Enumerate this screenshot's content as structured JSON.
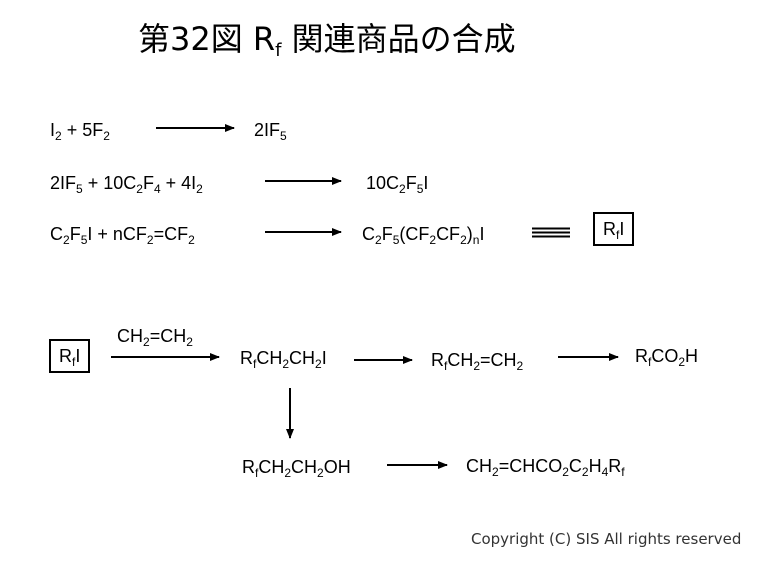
{
  "title": {
    "main_before": "第32図 R",
    "main_sub": "f",
    "main_after": " 関連商品の合成"
  },
  "reactions": [
    {
      "lhs": "I<sub>2</sub> + 5F<sub>2</sub>",
      "rhs": "2IF<sub>5</sub>"
    },
    {
      "lhs": "2IF<sub>5</sub> + 10C<sub>2</sub>F<sub>4</sub> + 4I<sub>2</sub>",
      "rhs": "10C<sub>2</sub>F<sub>5</sub>I"
    },
    {
      "lhs": "C<sub>2</sub>F<sub>5</sub>I + nCF<sub>2</sub>=CF<sub>2</sub>",
      "rhs": "C<sub>2</sub>F<sub>5</sub>(CF<sub>2</sub>CF<sub>2</sub>)<sub>n</sub>I",
      "equiv": "R<sub>f</sub>I"
    }
  ],
  "pathway": {
    "start": "R<sub>f</sub>I",
    "reagent": "CH<sub>2</sub>=CH<sub>2</sub>",
    "p1": "R<sub>f</sub>CH<sub>2</sub>CH<sub>2</sub>I",
    "p2": "R<sub>f</sub>CH<sub>2</sub>=CH<sub>2</sub>",
    "p3": "R<sub>f</sub>CO<sub>2</sub>H",
    "p4": "R<sub>f</sub>CH<sub>2</sub>CH<sub>2</sub>OH",
    "p5": "CH<sub>2</sub>=CHCO<sub>2</sub>C<sub>2</sub>H<sub>4</sub>R<sub>f</sub>"
  },
  "copyright": "Copyright (C) SIS All rights reserved"
}
